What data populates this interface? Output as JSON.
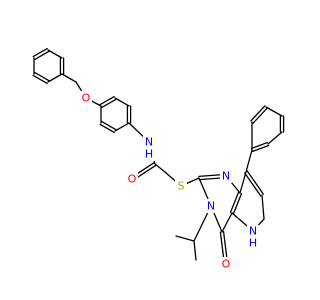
{
  "colors": {
    "bond": "#000000",
    "carbon": "#000000",
    "nitrogen": "#0000ff",
    "oxygen": "#ff0000",
    "sulfur": "#b3a000",
    "background": "#ffffff"
  },
  "atoms": {
    "ether_o": {
      "text": "O",
      "element": "oxygen"
    },
    "amide_nh": {
      "text": "N",
      "h_text": "H",
      "element": "nitrogen"
    },
    "amide_o": {
      "text": "O",
      "element": "oxygen"
    },
    "thio_s": {
      "text": "S",
      "element": "sulfur"
    },
    "ring_n1": {
      "text": "N",
      "element": "nitrogen"
    },
    "ring_n3": {
      "text": "N",
      "element": "nitrogen"
    },
    "pyrrole_nh": {
      "text": "N",
      "h_text": "H",
      "element": "nitrogen"
    },
    "keto_o": {
      "text": "O",
      "element": "oxygen"
    }
  }
}
